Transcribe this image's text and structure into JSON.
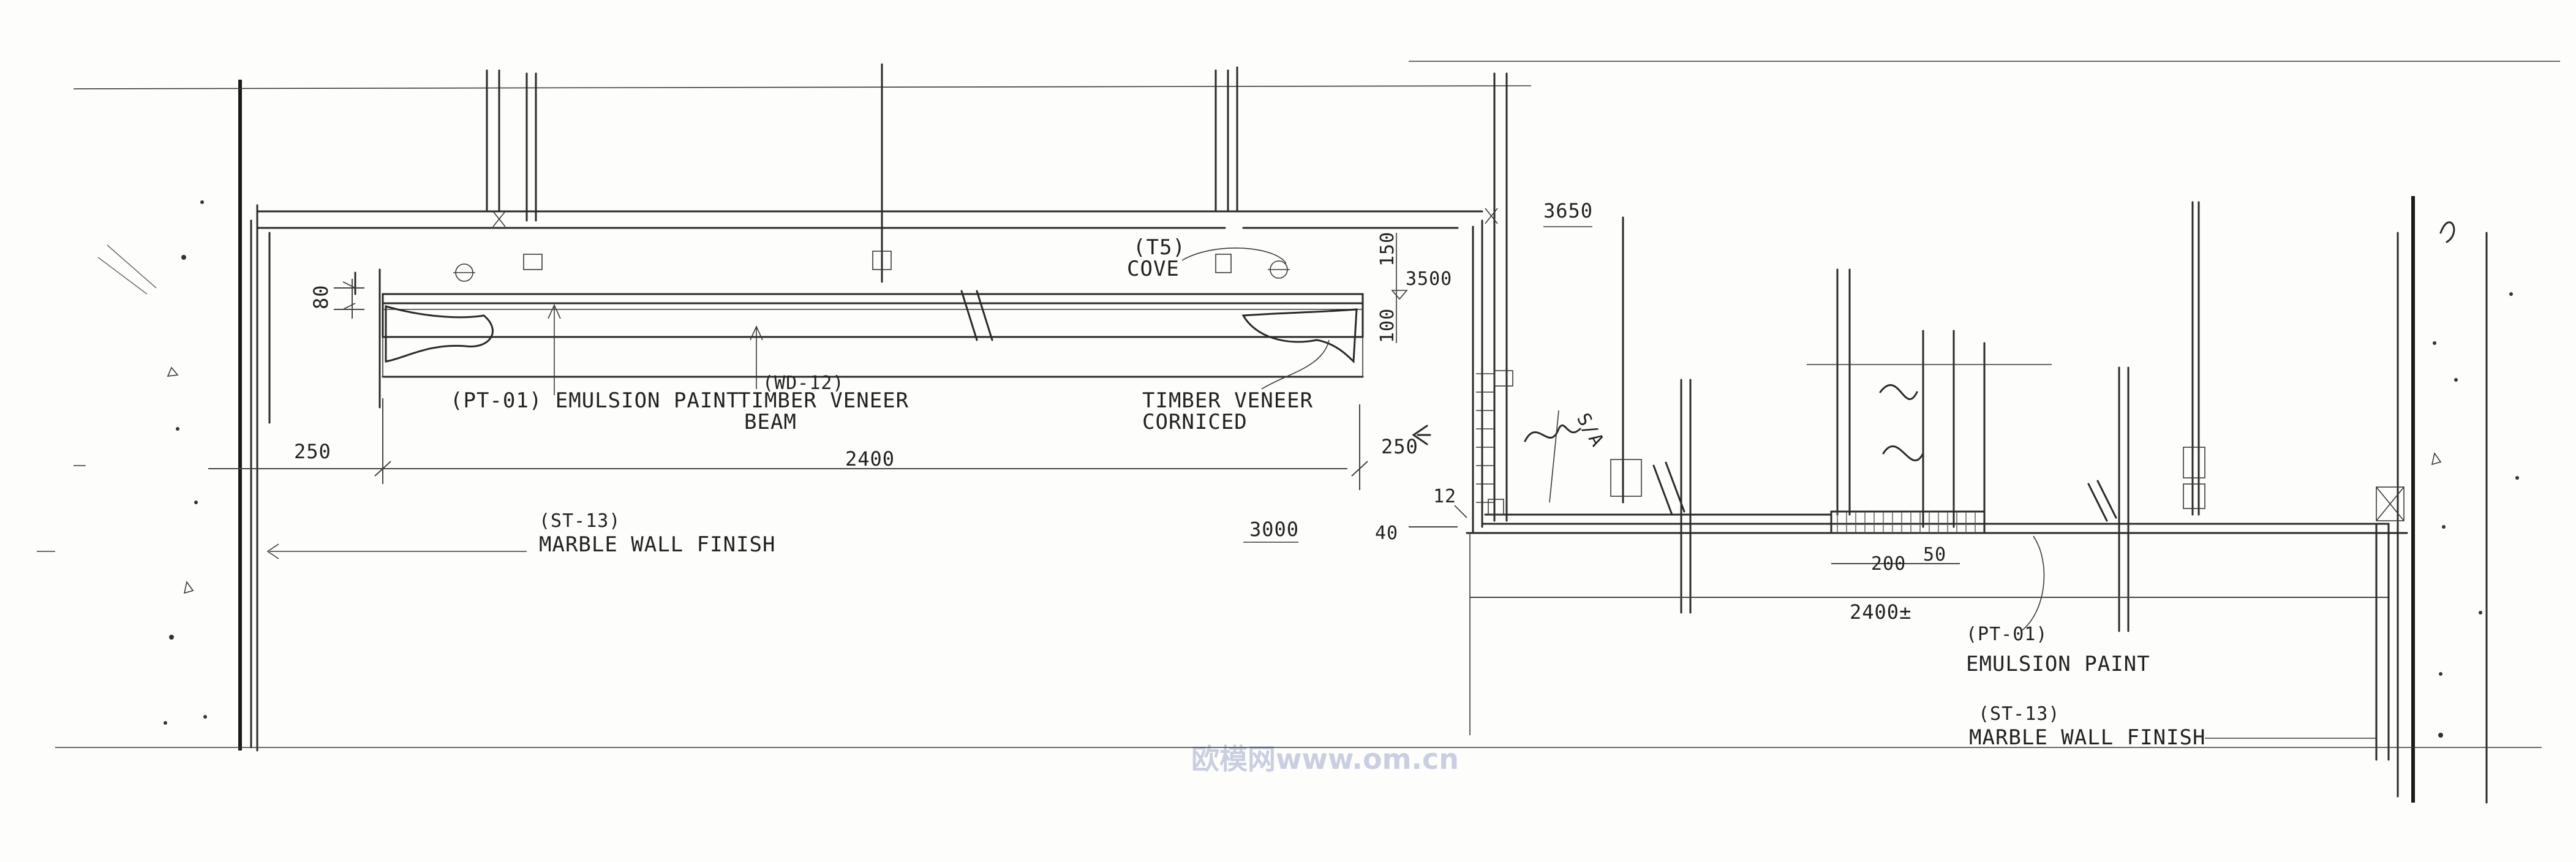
{
  "callouts": {
    "emulsion_left": "(PT-01) EMULSION PAINT",
    "timber_code": "(WD-12)",
    "timber_line1": "TIMBER VENEER",
    "timber_line2": "BEAM",
    "cornice_line1": "TIMBER VENEER",
    "cornice_line2": "CORNICED",
    "cove_code": "(T5)",
    "cove_label": "COVE",
    "marble_left_code": "(ST-13)",
    "marble_left_label": "MARBLE WALL FINISH",
    "emulsion_right_code": "(PT-01)",
    "emulsion_right_label": "EMULSION PAINT",
    "marble_right_code": "(ST-13)",
    "marble_right_label": "MARBLE WALL FINISH",
    "sa_label": "S/A"
  },
  "dimensions": {
    "d250_left": "250",
    "d2400_main": "2400",
    "d250_right": "250",
    "d3000": "3000",
    "d40": "40",
    "d12": "12",
    "d3650": "3650",
    "d3500": "3500",
    "d150": "150",
    "d100": "100",
    "d80": "80",
    "d200": "200",
    "d50": "50",
    "d2400_right": "2400±"
  },
  "watermark": "欧模网www.om.cn"
}
